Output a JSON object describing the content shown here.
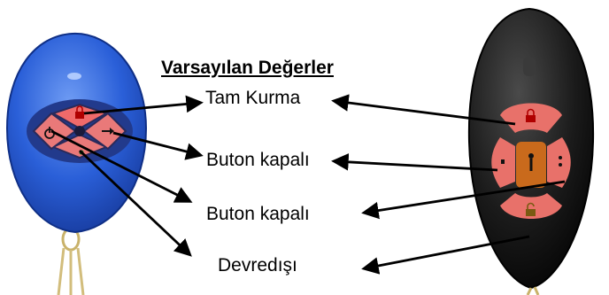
{
  "title": "Varsayılan Değerler",
  "labels": {
    "full_arm": "Tam Kurma",
    "button_off_1": "Buton kapalı",
    "button_off_2": "Buton kapalı",
    "disabled": "Devredışı"
  },
  "colors": {
    "left_remote_body": "#1f4fd0",
    "right_remote_body": "#141414",
    "button_red": "#e8716a",
    "center_button": "#c96a1c",
    "arrow": "#000000"
  },
  "icons": [
    "lock-icon",
    "power-icon",
    "arrow-right-icon",
    "key-icon",
    "dots-icon",
    "unlock-icon"
  ]
}
